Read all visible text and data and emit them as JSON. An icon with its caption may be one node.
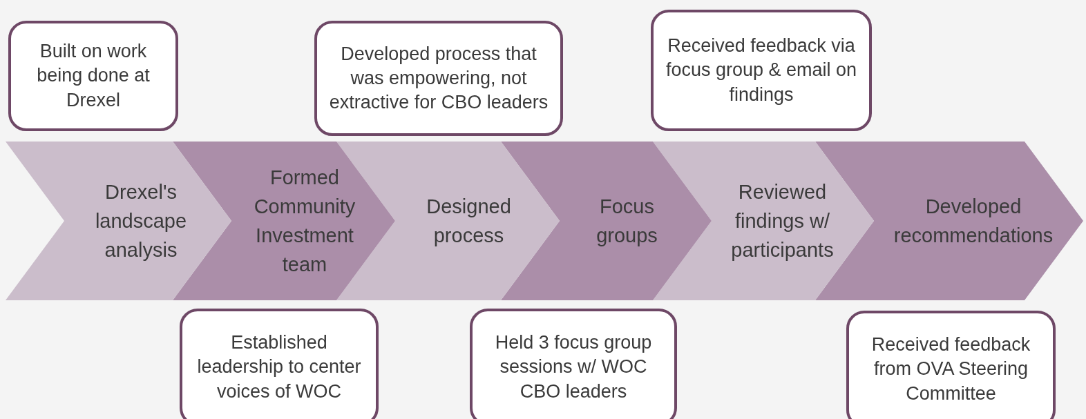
{
  "diagram": {
    "nodes": [
      {
        "text": [
          "Built on work being done at Drexel"
        ]
      },
      {
        "text": [
          "Developed process that was empowering, not extractive for CBO leaders"
        ]
      },
      {
        "text": [
          "Received feedback via focus group & email on findings"
        ]
      },
      {
        "text": [
          "Drexel's landscape analysis"
        ]
      },
      {
        "text": [
          "Formed Community Investment team"
        ]
      },
      {
        "text": [
          "Designed process"
        ]
      },
      {
        "text": [
          "Focus groups"
        ]
      },
      {
        "text": [
          "Reviewed findings w/ participants"
        ]
      },
      {
        "text": [
          "Developed recommendations"
        ]
      },
      {
        "text": [
          "Established leadership to center voices of WOC"
        ]
      },
      {
        "text": [
          "Held 3 focus group sessions w/ WOC CBO leaders"
        ]
      },
      {
        "text": [
          "Received feedback from OVA Steering Committee"
        ]
      }
    ]
  }
}
